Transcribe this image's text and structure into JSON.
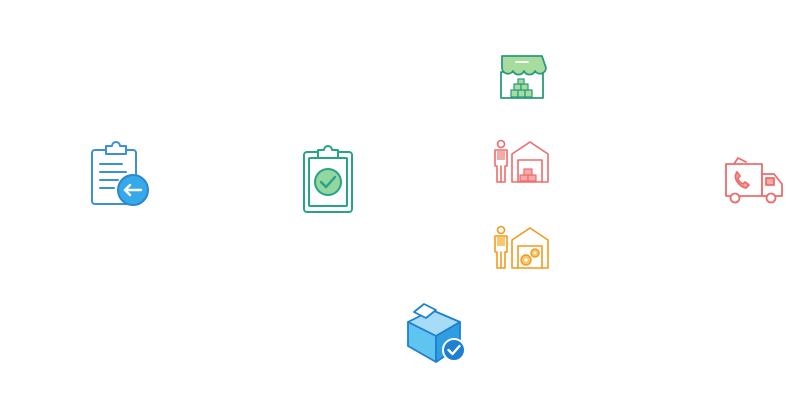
{
  "icons": [
    {
      "id": "return-clipboard",
      "name": "clipboard-return-icon",
      "color": "#3d8fd6",
      "accent": "#36a9e8"
    },
    {
      "id": "approved-clipboard",
      "name": "clipboard-check-icon",
      "color": "#27a386",
      "accent": "#93d6a1"
    },
    {
      "id": "store",
      "name": "storefront-icon",
      "color": "#2a9a7b",
      "accent": "#a6dd9f"
    },
    {
      "id": "warehouse-red",
      "name": "warehouse-worker-red-icon",
      "color": "#ef6b6b",
      "accent": "#f7a8a8"
    },
    {
      "id": "warehouse-orange",
      "name": "warehouse-worker-gear-icon",
      "color": "#f29a1f",
      "accent": "#fcc66a"
    },
    {
      "id": "delivery-truck",
      "name": "delivery-truck-icon",
      "color": "#ef6b6b",
      "accent": "#f7a8a8"
    },
    {
      "id": "box-check",
      "name": "box-check-icon",
      "color": "#1f7fd1",
      "accent": "#5fc4f0"
    }
  ]
}
